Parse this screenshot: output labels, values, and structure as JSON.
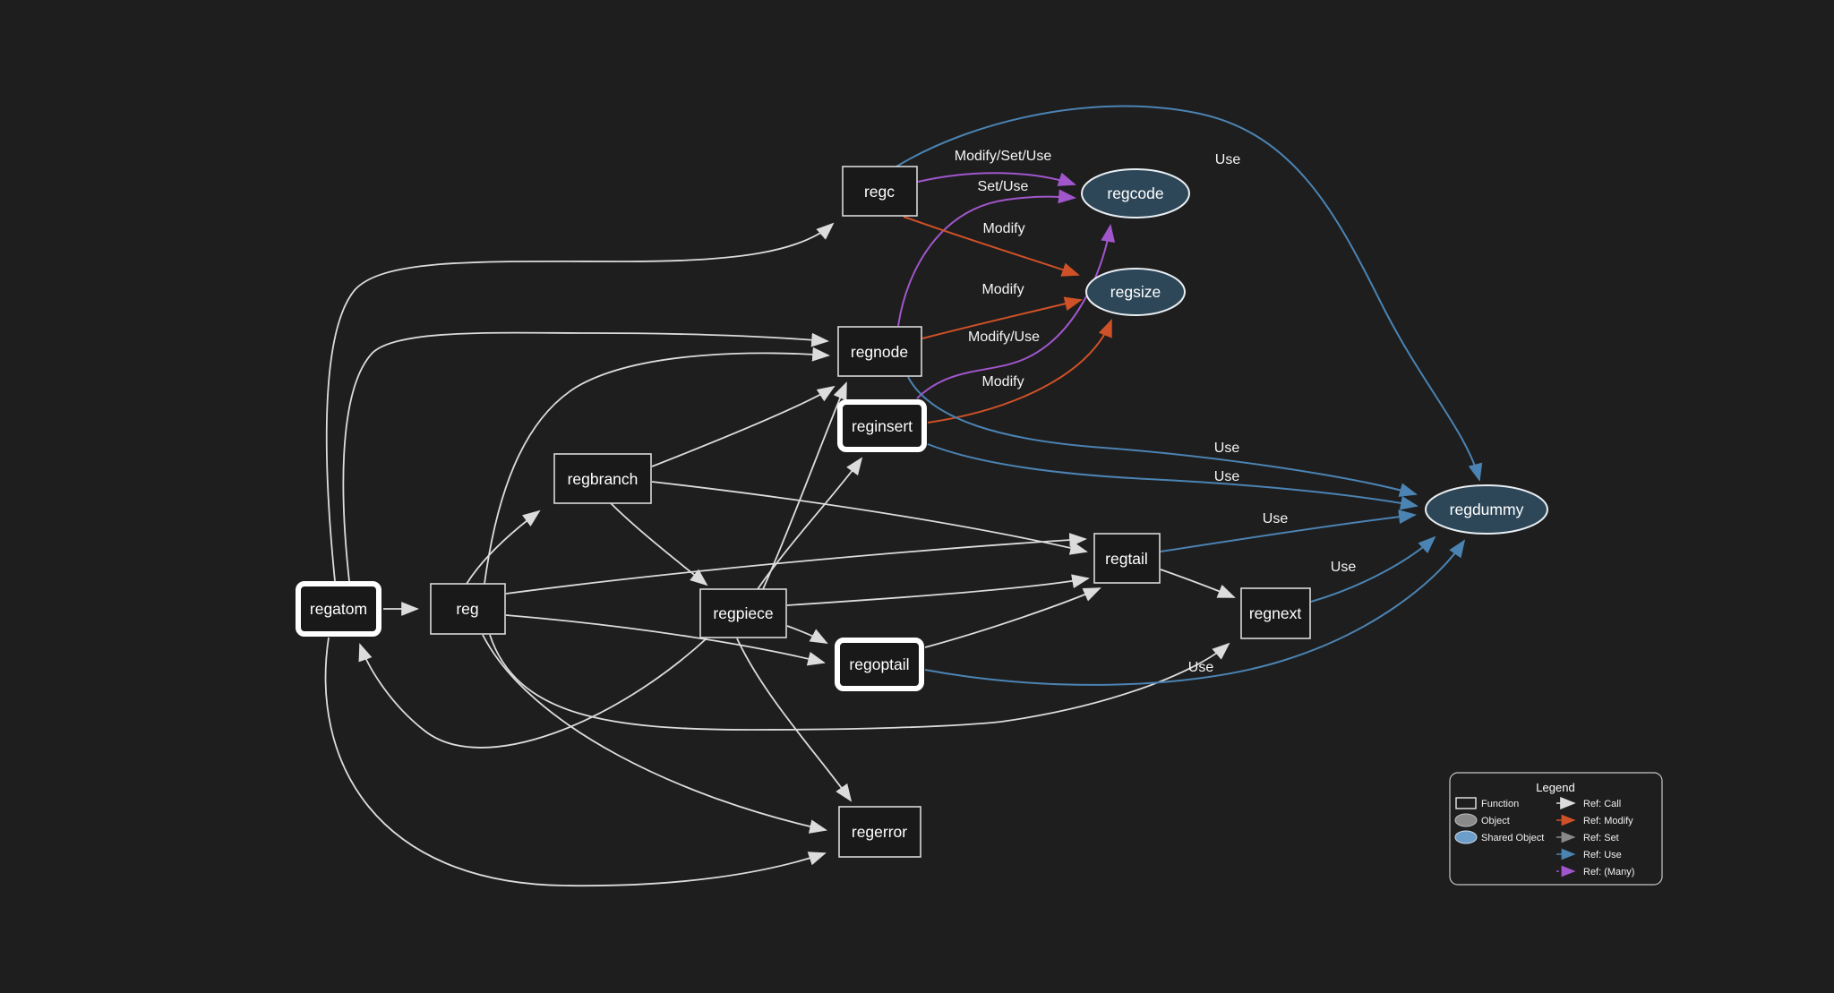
{
  "diagram_type": "call-and-reference-graph",
  "colors": {
    "background": "#1e1e1e",
    "ref_call": "#dcdcdc",
    "ref_modify": "#cf5127",
    "ref_set": "#8a8a8a",
    "ref_use": "#4b83b3",
    "ref_many": "#a156cc",
    "shared_object_fill": "#2d4759",
    "node_border": "#d9d9d9",
    "text": "#ffffff"
  },
  "nodes": {
    "regatom": {
      "label": "regatom",
      "type": "function",
      "emphasized": true
    },
    "reg": {
      "label": "reg",
      "type": "function",
      "emphasized": false
    },
    "regbranch": {
      "label": "regbranch",
      "type": "function",
      "emphasized": false
    },
    "regpiece": {
      "label": "regpiece",
      "type": "function",
      "emphasized": false
    },
    "regc": {
      "label": "regc",
      "type": "function",
      "emphasized": false
    },
    "regnode": {
      "label": "regnode",
      "type": "function",
      "emphasized": false
    },
    "reginsert": {
      "label": "reginsert",
      "type": "function",
      "emphasized": true
    },
    "regoptail": {
      "label": "regoptail",
      "type": "function",
      "emphasized": true
    },
    "regerror": {
      "label": "regerror",
      "type": "function",
      "emphasized": false
    },
    "regtail": {
      "label": "regtail",
      "type": "function",
      "emphasized": false
    },
    "regnext": {
      "label": "regnext",
      "type": "function",
      "emphasized": false
    },
    "regcode": {
      "label": "regcode",
      "type": "shared_object",
      "emphasized": false
    },
    "regsize": {
      "label": "regsize",
      "type": "shared_object",
      "emphasized": false
    },
    "regdummy": {
      "label": "regdummy",
      "type": "shared_object",
      "emphasized": false
    }
  },
  "edges": [
    {
      "from": "regc",
      "to": "regcode",
      "ref": "many",
      "label": "Modify/Set/Use"
    },
    {
      "from": "regnode",
      "to": "regcode",
      "ref": "many",
      "label": "Set/Use"
    },
    {
      "from": "reginsert",
      "to": "regcode",
      "ref": "many",
      "label": "Modify"
    },
    {
      "from": "regc",
      "to": "regsize",
      "ref": "modify",
      "label": "Modify"
    },
    {
      "from": "regnode",
      "to": "regsize",
      "ref": "modify",
      "label": "Modify/Use"
    },
    {
      "from": "reginsert",
      "to": "regsize",
      "ref": "modify",
      "label": "Modify"
    },
    {
      "from": "regc",
      "to": "regdummy",
      "ref": "use",
      "label": "Use"
    },
    {
      "from": "regnode",
      "to": "regdummy",
      "ref": "use",
      "label": "Use"
    },
    {
      "from": "reginsert",
      "to": "regdummy",
      "ref": "use",
      "label": "Use"
    },
    {
      "from": "regtail",
      "to": "regdummy",
      "ref": "use",
      "label": "Use"
    },
    {
      "from": "regnext",
      "to": "regdummy",
      "ref": "use",
      "label": "Use"
    },
    {
      "from": "regoptail",
      "to": "regdummy",
      "ref": "use",
      "label": "Use"
    },
    {
      "from": "regatom",
      "to": "reg",
      "ref": "call",
      "label": ""
    },
    {
      "from": "regatom",
      "to": "regc",
      "ref": "call",
      "label": ""
    },
    {
      "from": "regatom",
      "to": "regnode",
      "ref": "call",
      "label": ""
    },
    {
      "from": "regatom",
      "to": "regerror",
      "ref": "call",
      "label": ""
    },
    {
      "from": "reg",
      "to": "regbranch",
      "ref": "call",
      "label": ""
    },
    {
      "from": "reg",
      "to": "regnode",
      "ref": "call",
      "label": ""
    },
    {
      "from": "reg",
      "to": "regtail",
      "ref": "call",
      "label": ""
    },
    {
      "from": "reg",
      "to": "regoptail",
      "ref": "call",
      "label": ""
    },
    {
      "from": "reg",
      "to": "regnext",
      "ref": "call",
      "label": ""
    },
    {
      "from": "reg",
      "to": "regerror",
      "ref": "call",
      "label": ""
    },
    {
      "from": "regbranch",
      "to": "regpiece",
      "ref": "call",
      "label": ""
    },
    {
      "from": "regbranch",
      "to": "regnode",
      "ref": "call",
      "label": ""
    },
    {
      "from": "regbranch",
      "to": "regtail",
      "ref": "call",
      "label": ""
    },
    {
      "from": "regpiece",
      "to": "regatom",
      "ref": "call",
      "label": ""
    },
    {
      "from": "regpiece",
      "to": "reginsert",
      "ref": "call",
      "label": ""
    },
    {
      "from": "regpiece",
      "to": "regnode",
      "ref": "call",
      "label": ""
    },
    {
      "from": "regpiece",
      "to": "regtail",
      "ref": "call",
      "label": ""
    },
    {
      "from": "regpiece",
      "to": "regoptail",
      "ref": "call",
      "label": ""
    },
    {
      "from": "regpiece",
      "to": "regerror",
      "ref": "call",
      "label": ""
    },
    {
      "from": "regtail",
      "to": "regnext",
      "ref": "call",
      "label": ""
    },
    {
      "from": "regoptail",
      "to": "regtail",
      "ref": "call",
      "label": ""
    }
  ],
  "legend": {
    "title": "Legend",
    "shapes": [
      {
        "label": "Function"
      },
      {
        "label": "Object"
      },
      {
        "label": "Shared Object"
      }
    ],
    "refs": [
      {
        "label": "Ref: Call",
        "color": "#dcdcdc",
        "dashed": false
      },
      {
        "label": "Ref: Modify",
        "color": "#cf5127",
        "dashed": false
      },
      {
        "label": "Ref: Set",
        "color": "#8a8a8a",
        "dashed": false
      },
      {
        "label": "Ref: Use",
        "color": "#4b83b3",
        "dashed": false
      },
      {
        "label": "Ref: (Many)",
        "color": "#a156cc",
        "dashed": true
      }
    ]
  }
}
